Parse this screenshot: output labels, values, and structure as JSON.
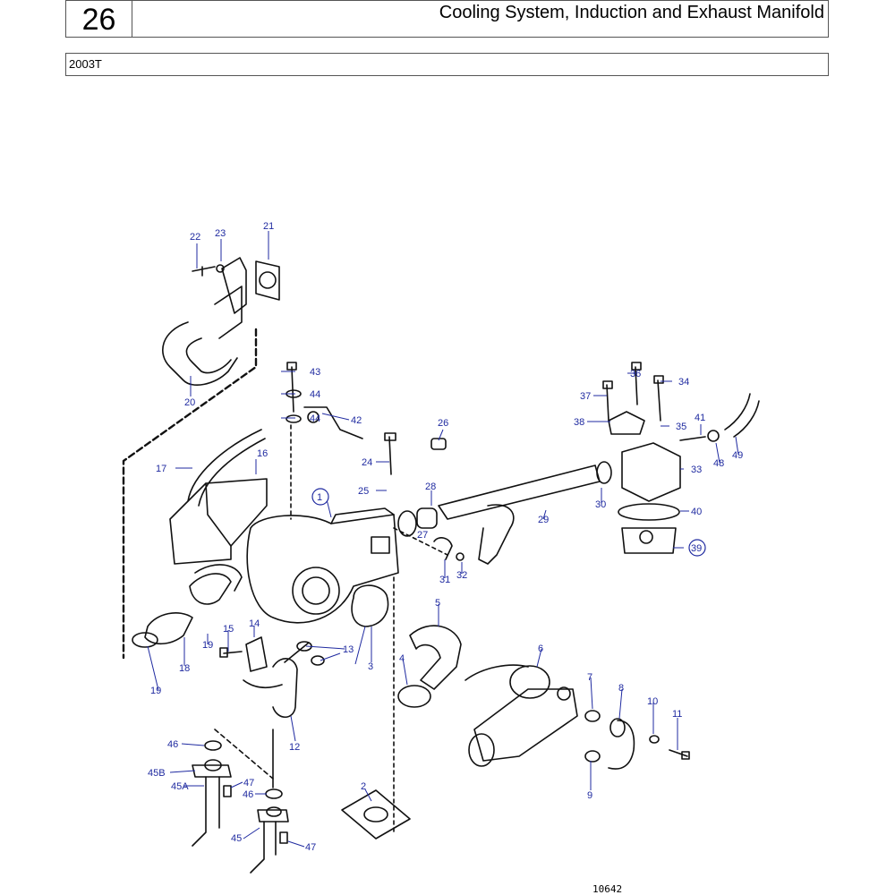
{
  "header": {
    "section_number": "26",
    "title": "Cooling System, Induction and Exhaust Manifold"
  },
  "model": "2003T",
  "drawing_number": "10642",
  "callouts": [
    "1",
    "2",
    "3",
    "4",
    "5",
    "6",
    "7",
    "8",
    "9",
    "10",
    "11",
    "12",
    "13",
    "14",
    "15",
    "16",
    "17",
    "18",
    "19",
    "19",
    "20",
    "21",
    "22",
    "23",
    "24",
    "25",
    "26",
    "27",
    "28",
    "29",
    "30",
    "31",
    "32",
    "33",
    "34",
    "35",
    "36",
    "37",
    "38",
    "39",
    "40",
    "41",
    "42",
    "43",
    "44",
    "44",
    "45",
    "45A",
    "45B",
    "46",
    "46",
    "47",
    "47",
    "48",
    "49"
  ]
}
